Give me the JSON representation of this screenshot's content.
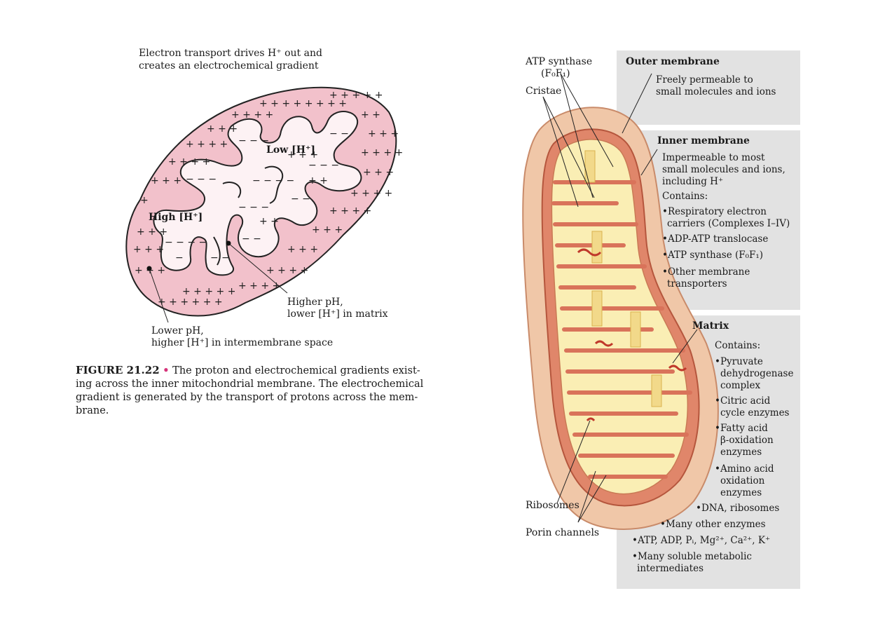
{
  "left_figure": {
    "title_lines": [
      "Electron transport drives H⁺ out and",
      "creates an electrochemical gradient"
    ],
    "label_low": "Low [H⁺]",
    "label_high": "High [H⁺]",
    "higher_ph_lines": [
      "Higher pH,",
      "lower [H⁺] in matrix"
    ],
    "lower_ph_lines": [
      "Lower pH,",
      "higher [H⁺] in intermembrane space"
    ],
    "caption_number": "FIGURE 21.22",
    "caption_bullet": "•",
    "caption_lines": [
      "The proton and electrochemical gradients exist-",
      "ing across the inner mitochondrial membrane. The electrochemical",
      "gradient is generated by the transport of protons across the mem-",
      "brane."
    ],
    "colors": {
      "intermembrane_fill": "#f2c1cb",
      "matrix_fill": "#fdf2f4",
      "outline": "#222222",
      "bullet_color": "#d6337a"
    }
  },
  "right_figure": {
    "left_labels": {
      "atp_synthase": "ATP synthase",
      "atp_synthase_sub": "(F₀F₁)",
      "cristae": "Cristae",
      "ribosomes": "Ribosomes",
      "porin_channels": "Porin channels"
    },
    "outer_membrane": {
      "title": "Outer membrane",
      "lines": [
        "Freely permeable to",
        "small molecules and ions"
      ]
    },
    "inner_membrane": {
      "title": "Inner membrane",
      "lines": [
        "Impermeable to most",
        "small molecules and ions,",
        "including H⁺"
      ],
      "contains": "Contains:",
      "bullets": [
        [
          "•Respiratory electron",
          "carriers (Complexes I–IV)"
        ],
        [
          "•ADP-ATP translocase"
        ],
        [
          "•ATP synthase (F₀F₁)"
        ],
        [
          "•Other membrane",
          "transporters"
        ]
      ]
    },
    "matrix": {
      "title": "Matrix",
      "contains": "Contains:",
      "bullets": [
        [
          "•Pyruvate",
          "dehydrogenase",
          "complex"
        ],
        [
          "•Citric acid",
          "cycle enzymes"
        ],
        [
          "•Fatty acid",
          "β-oxidation",
          "enzymes"
        ],
        [
          "•Amino acid",
          "oxidation",
          "enzymes"
        ]
      ],
      "bottom_bullets": [
        "•DNA, ribosomes",
        "•Many other enzymes",
        "•ATP, ADP, Pᵢ, Mg²⁺, Ca²⁺, K⁺",
        "•Many soluble metabolic",
        "intermediates"
      ]
    },
    "colors": {
      "panel_bg": "#e2e2e2",
      "outer_membrane": "#f0c7a8",
      "inner_membrane": "#e0866a",
      "matrix": "#faeeb4"
    }
  }
}
